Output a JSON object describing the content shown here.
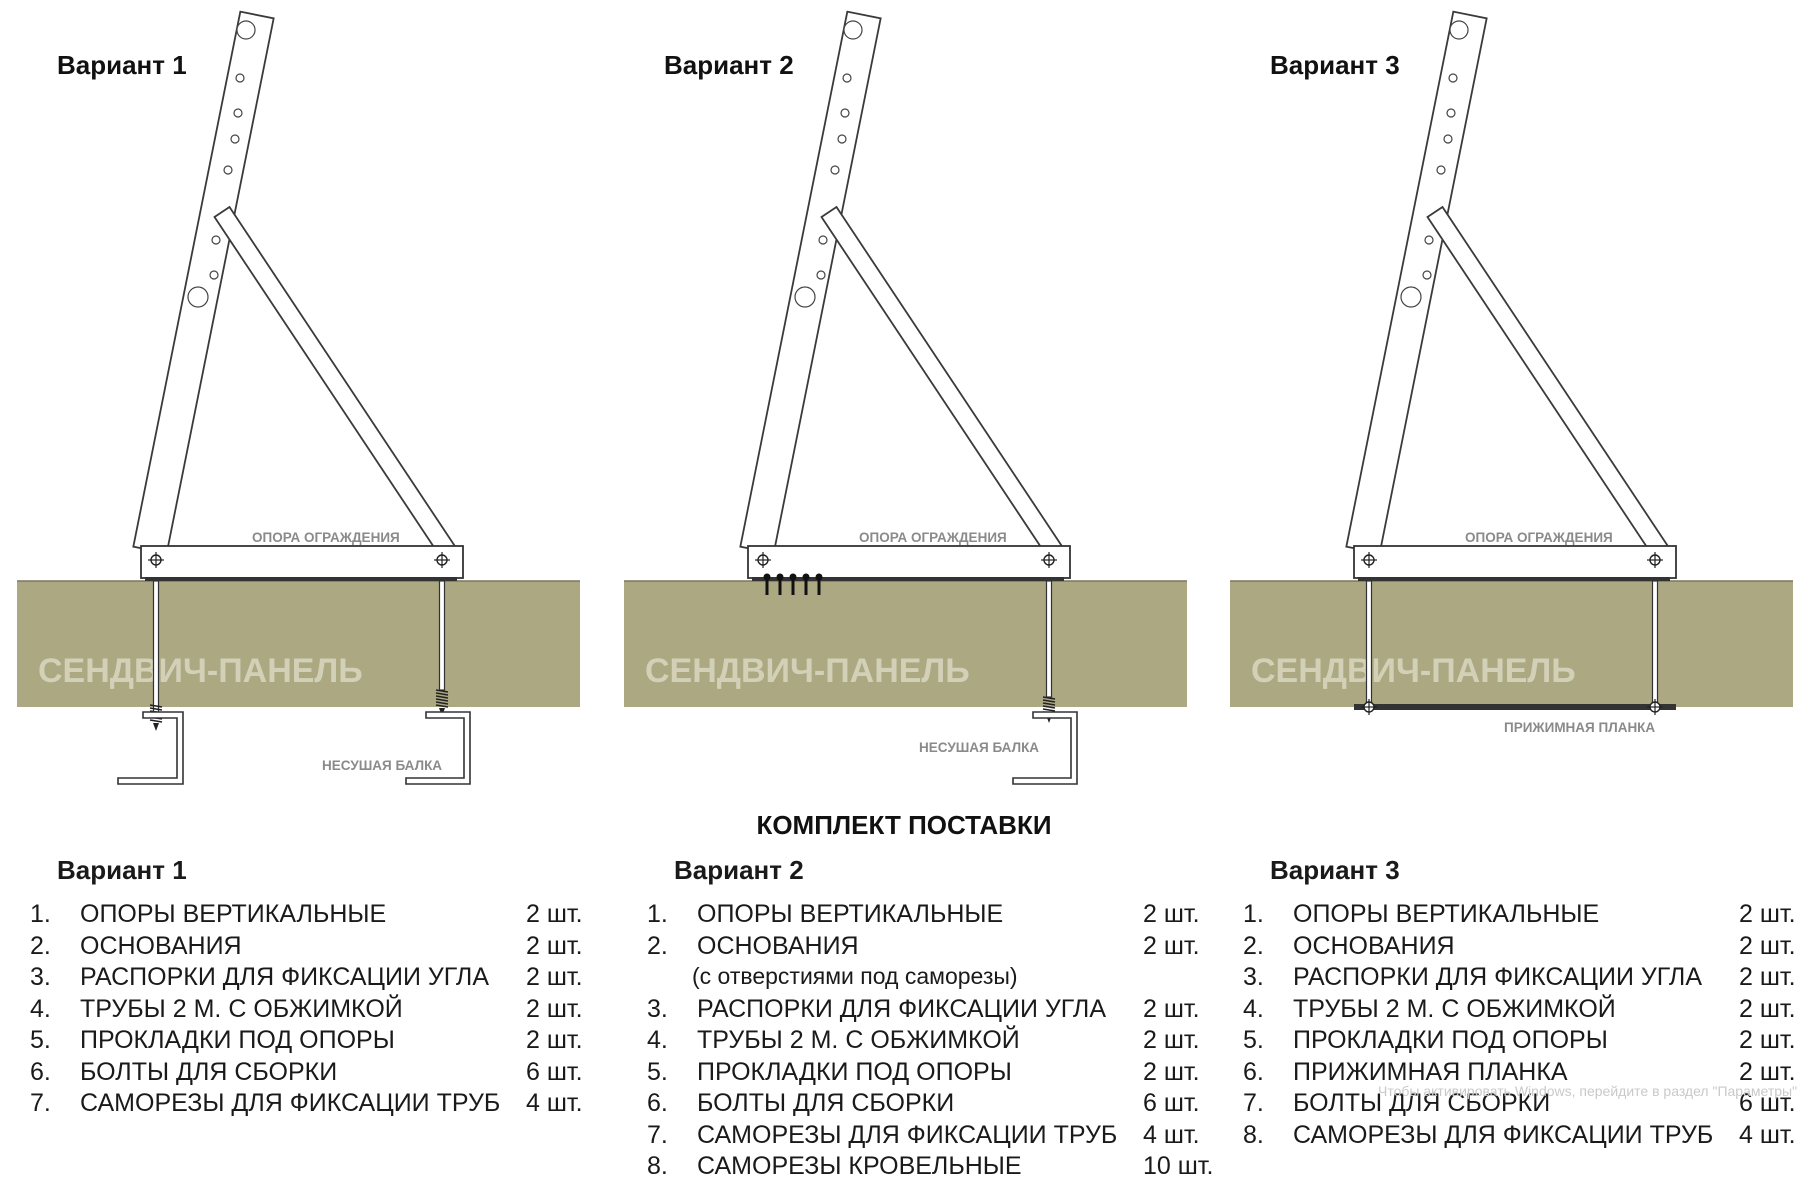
{
  "variants": [
    {
      "title": "Вариант 1",
      "support_label": "ОПОРА ОГРАЖДЕНИЯ",
      "panel_label": "СЕНДВИЧ-ПАНЕЛЬ",
      "bottom_label": "НЕСУШАЯ БАЛКА",
      "fastening": "beam"
    },
    {
      "title": "Вариант 2",
      "support_label": "ОПОРА ОГРАЖДЕНИЯ",
      "panel_label": "СЕНДВИЧ-ПАНЕЛЬ",
      "bottom_label": "НЕСУШАЯ БАЛКА",
      "fastening": "screws-and-beam"
    },
    {
      "title": "Вариант 3",
      "support_label": "ОПОРА ОГРАЖДЕНИЯ",
      "panel_label": "СЕНДВИЧ-ПАНЕЛЬ",
      "bottom_label": "ПРИЖИМНАЯ ПЛАНКА",
      "fastening": "clamp-plate"
    }
  ],
  "colors": {
    "panel": "#aba882",
    "panel_text": "#d3d0b8",
    "steel": "#ffffff",
    "outline": "#3a3a3a",
    "label_gray": "#8a8a8a"
  },
  "kit": {
    "title": "КОМПЛЕКТ ПОСТАВКИ",
    "variants": [
      {
        "title": "Вариант 1",
        "items": [
          {
            "num": "1.",
            "name": "ОПОРЫ ВЕРТИКАЛЬНЫЕ",
            "qty": "2 шт."
          },
          {
            "num": "2.",
            "name": "ОСНОВАНИЯ",
            "qty": "2 шт."
          },
          {
            "num": "3.",
            "name": "РАСПОРКИ ДЛЯ ФИКСАЦИИ УГЛА",
            "qty": "2 шт."
          },
          {
            "num": "4.",
            "name": "ТРУБЫ 2 М. С ОБЖИМКОЙ",
            "qty": "2 шт."
          },
          {
            "num": "5.",
            "name": "ПРОКЛАДКИ ПОД ОПОРЫ",
            "qty": "2 шт."
          },
          {
            "num": "6.",
            "name": "БОЛТЫ ДЛЯ СБОРКИ",
            "qty": "6 шт."
          },
          {
            "num": "7.",
            "name": "САМОРЕЗЫ ДЛЯ ФИКСАЦИИ ТРУБ",
            "qty": "4 шт."
          }
        ]
      },
      {
        "title": "Вариант 2",
        "items": [
          {
            "num": "1.",
            "name": "ОПОРЫ ВЕРТИКАЛЬНЫЕ",
            "qty": "2 шт."
          },
          {
            "num": "2.",
            "name": "ОСНОВАНИЯ",
            "qty": "2 шт.",
            "sub": "(с отверстиями под саморезы)"
          },
          {
            "num": "3.",
            "name": "РАСПОРКИ ДЛЯ ФИКСАЦИИ УГЛА",
            "qty": "2 шт."
          },
          {
            "num": "4.",
            "name": "ТРУБЫ 2 М. С ОБЖИМКОЙ",
            "qty": "2 шт."
          },
          {
            "num": "5.",
            "name": "ПРОКЛАДКИ ПОД ОПОРЫ",
            "qty": "2 шт."
          },
          {
            "num": "6.",
            "name": "БОЛТЫ ДЛЯ СБОРКИ",
            "qty": "6 шт."
          },
          {
            "num": "7.",
            "name": "САМОРЕЗЫ ДЛЯ ФИКСАЦИИ ТРУБ",
            "qty": "4 шт."
          },
          {
            "num": "8.",
            "name": "САМОРЕЗЫ КРОВЕЛЬНЫЕ",
            "qty": "10 шт."
          }
        ]
      },
      {
        "title": "Вариант 3",
        "items": [
          {
            "num": "1.",
            "name": "ОПОРЫ ВЕРТИКАЛЬНЫЕ",
            "qty": "2 шт."
          },
          {
            "num": "2.",
            "name": "ОСНОВАНИЯ",
            "qty": "2 шт."
          },
          {
            "num": "3.",
            "name": "РАСПОРКИ ДЛЯ ФИКСАЦИИ УГЛА",
            "qty": "2 шт."
          },
          {
            "num": "4.",
            "name": "ТРУБЫ 2 М. С ОБЖИМКОЙ",
            "qty": "2 шт."
          },
          {
            "num": "5.",
            "name": "ПРОКЛАДКИ ПОД ОПОРЫ",
            "qty": "2 шт."
          },
          {
            "num": "6.",
            "name": "ПРИЖИМНАЯ ПЛАНКА",
            "qty": "2 шт."
          },
          {
            "num": "7.",
            "name": "БОЛТЫ ДЛЯ СБОРКИ",
            "qty": "6 шт."
          },
          {
            "num": "8.",
            "name": "САМОРЕЗЫ ДЛЯ ФИКСАЦИИ ТРУБ",
            "qty": "4 шт."
          }
        ]
      }
    ]
  },
  "watermark": "Чтобы активировать Windows, перейдите в раздел \"Параметры\""
}
